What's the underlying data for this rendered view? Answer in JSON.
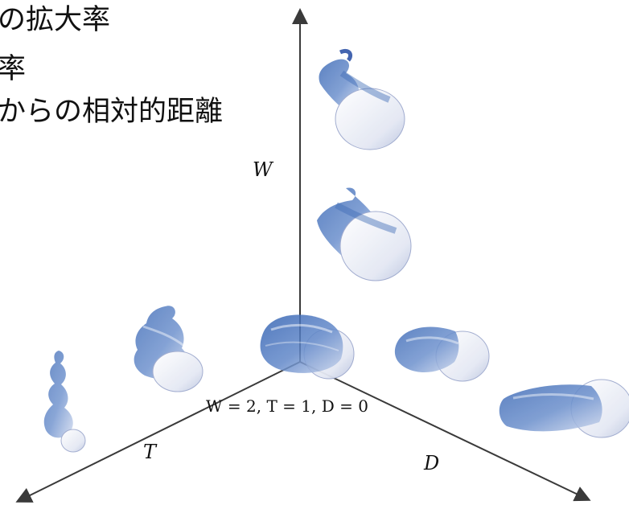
{
  "legend_lines": [
    "の拡大率",
    "率",
    "からの相対的距離"
  ],
  "axes": {
    "w": "W",
    "t": "T",
    "d": "D"
  },
  "origin_label": "W = 2, T = 1, D = 0",
  "colors": {
    "axis": "#3a3a3a",
    "shell_blue": "#3f68b8",
    "shell_light": "#e9ebf5",
    "text": "#111111"
  },
  "shells": [
    {
      "name": "shell-w-top"
    },
    {
      "name": "shell-w-mid"
    },
    {
      "name": "shell-origin"
    },
    {
      "name": "shell-t-near"
    },
    {
      "name": "shell-t-far"
    },
    {
      "name": "shell-d-near"
    },
    {
      "name": "shell-d-far"
    }
  ]
}
